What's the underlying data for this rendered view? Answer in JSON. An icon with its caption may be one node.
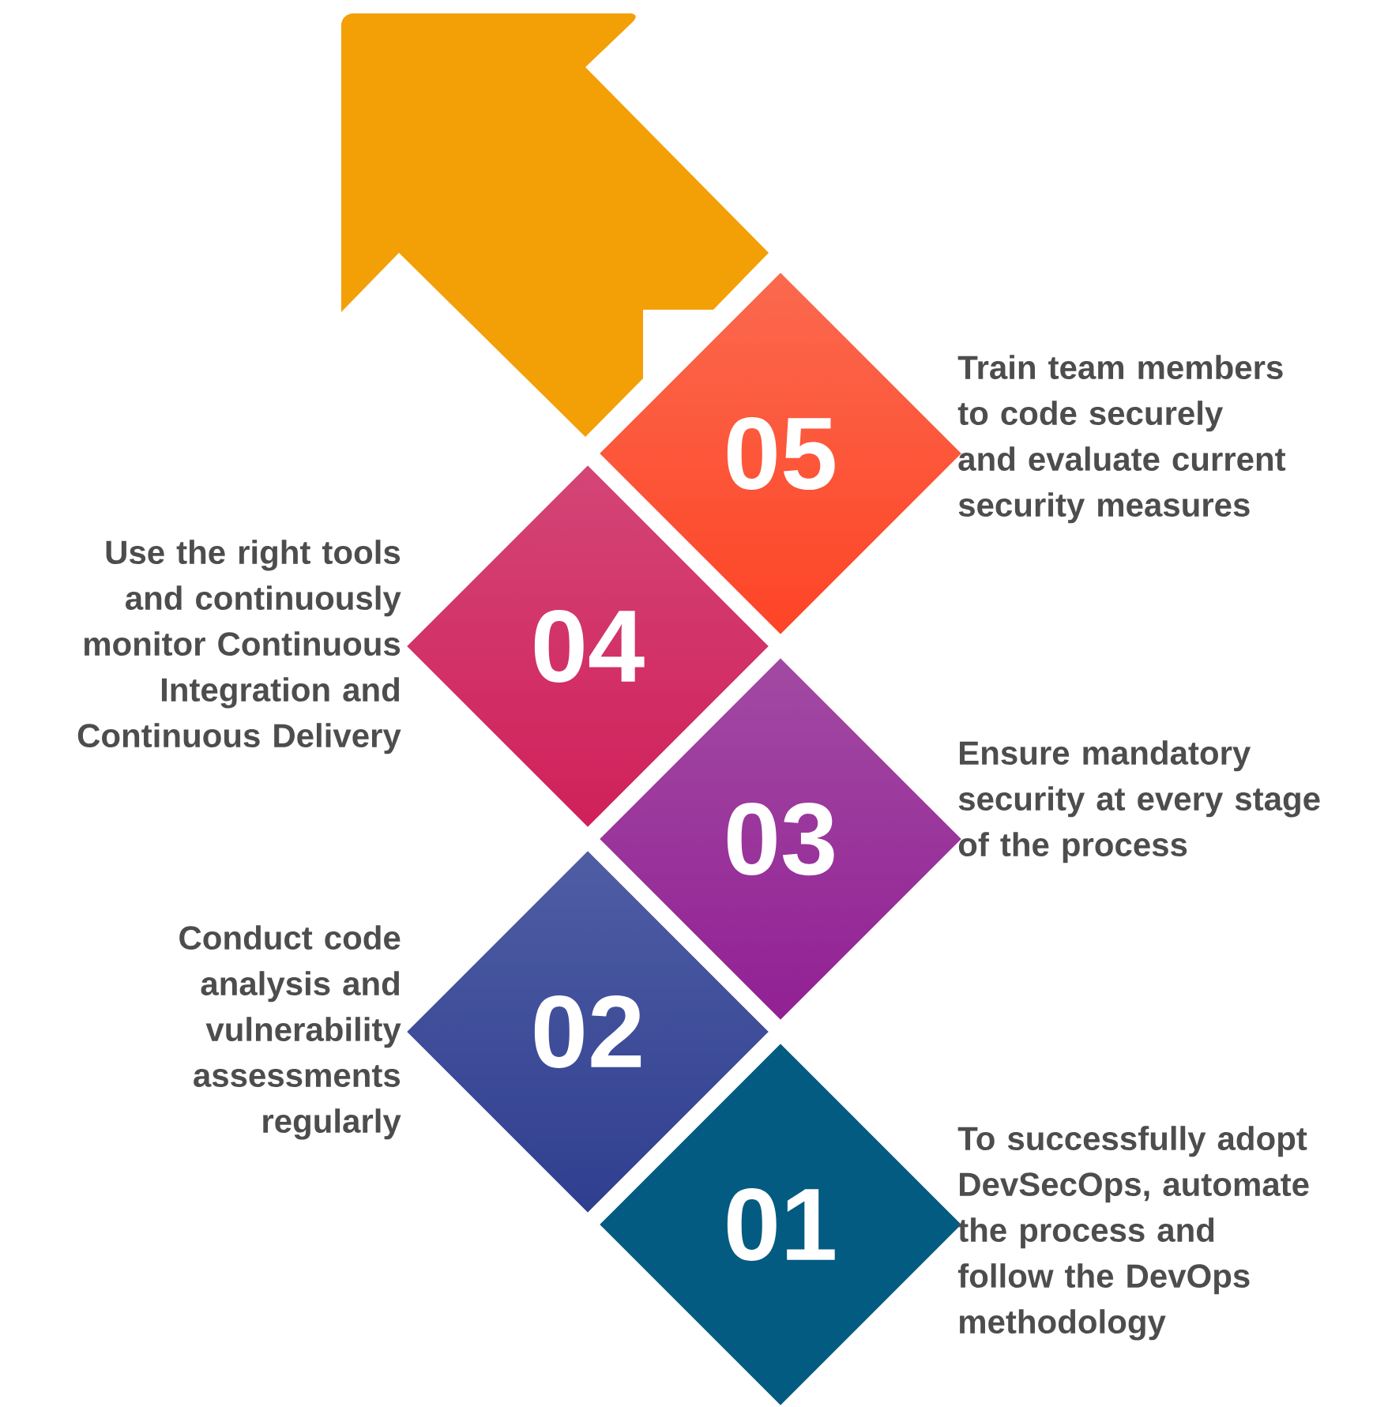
{
  "diagram": {
    "nodes": [
      {
        "text": [
          "05"
        ],
        "beside": [
          "Train team members to code securely and evaluate current security measures"
        ]
      },
      {
        "text": [
          "04"
        ],
        "beside": [
          "Use the right tools and continuously monitor Continuous Integration and Continuous Delivery"
        ]
      },
      {
        "text": [
          "03"
        ],
        "beside": [
          "Ensure mandatory security at every stage of the process"
        ]
      },
      {
        "text": [
          "02"
        ],
        "beside": [
          "Conduct code analysis and vulnerability assessments regularly"
        ]
      },
      {
        "text": [
          "01"
        ],
        "beside": [
          "To successfully adopt DevSecOps, automate the process and follow the DevOps methodology"
        ]
      }
    ]
  }
}
